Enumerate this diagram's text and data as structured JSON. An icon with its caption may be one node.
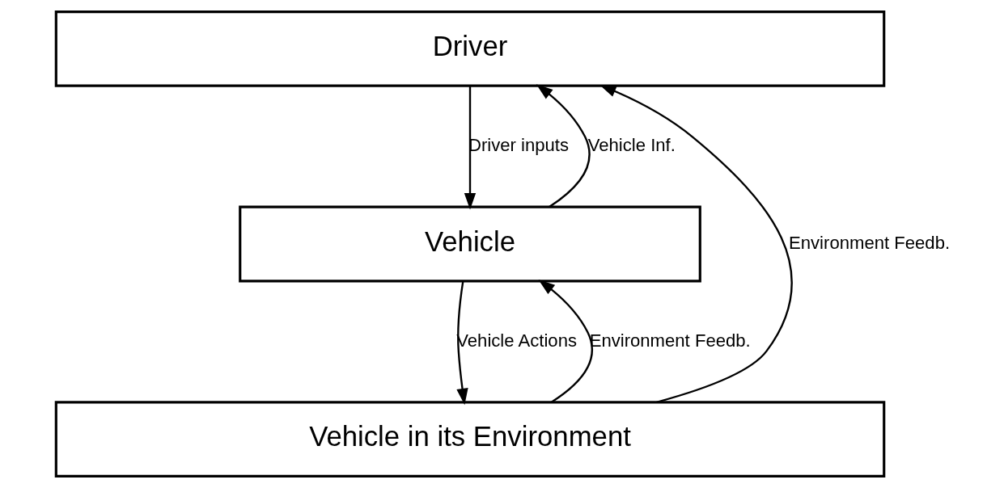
{
  "diagram": {
    "nodes": [
      {
        "text": [
          "Driver"
        ]
      },
      {
        "text": [
          "Vehicle"
        ]
      },
      {
        "text": [
          "Vehicle in its Environment"
        ]
      }
    ],
    "edges": [
      {
        "from": 0,
        "to": 1,
        "arrow": "to",
        "label": "Driver inputs"
      },
      {
        "from": 1,
        "to": 0,
        "arrow": "to",
        "label": "Vehicle Inf."
      },
      {
        "from": 1,
        "to": 2,
        "arrow": "to",
        "label": "Vehicle Actions"
      },
      {
        "from": 2,
        "to": 1,
        "arrow": "to",
        "label": "Environment Feedb."
      },
      {
        "from": 2,
        "to": 0,
        "arrow": "to",
        "label": "Environment Feedb."
      }
    ]
  }
}
